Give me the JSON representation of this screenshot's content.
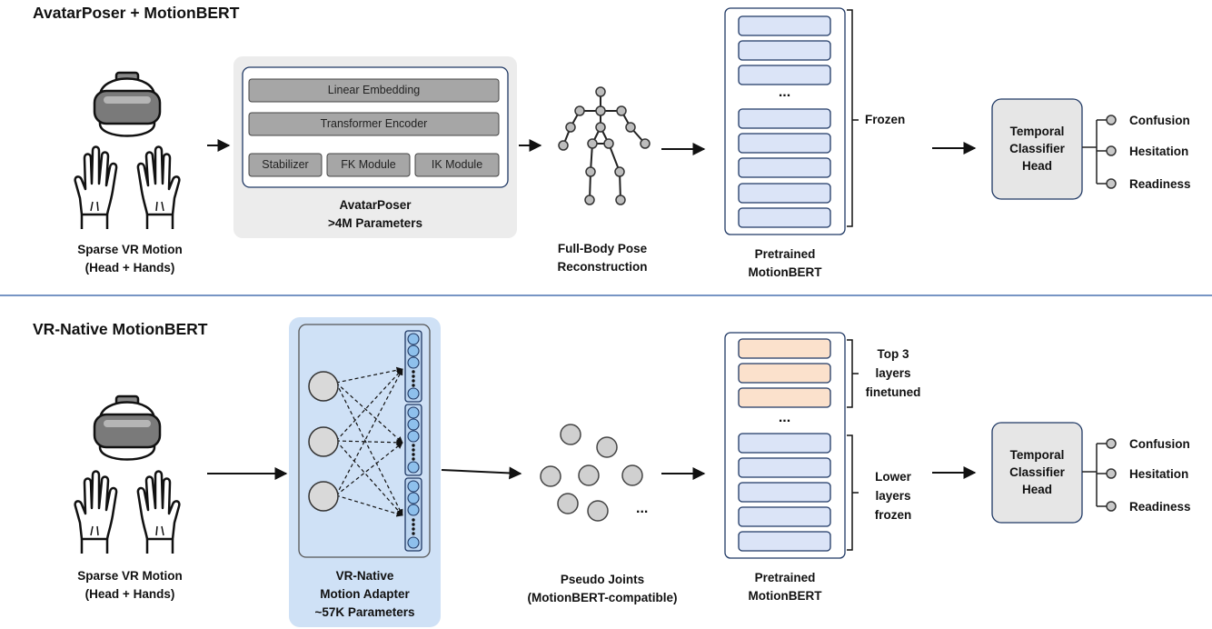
{
  "section1": {
    "title": "AvatarPoser + MotionBERT",
    "input_label": [
      "Sparse VR Motion",
      "(Head + Hands)"
    ],
    "avatarposer": {
      "embedding": "Linear Embedding",
      "encoder": "Transformer Encoder",
      "modules": [
        "Stabilizer",
        "FK Module",
        "IK Module"
      ],
      "caption": [
        "AvatarPoser",
        ">4M Parameters"
      ]
    },
    "pose_label": [
      "Full-Body Pose",
      "Reconstruction"
    ],
    "motionbert_label": [
      "Pretrained",
      "MotionBERT"
    ],
    "ellipsis": "...",
    "frozen_label": "Frozen",
    "head_label": [
      "Temporal",
      "Classifier",
      "Head"
    ],
    "outputs": [
      "Confusion",
      "Hesitation",
      "Readiness"
    ]
  },
  "section2": {
    "title": "VR-Native MotionBERT",
    "input_label": [
      "Sparse VR Motion",
      "(Head + Hands)"
    ],
    "adapter_caption": [
      "VR-Native",
      "Motion Adapter",
      "~57K Parameters"
    ],
    "joints_label": [
      "Pseudo Joints",
      "(MotionBERT-compatible)"
    ],
    "joints_ellipsis": "...",
    "motionbert_label": [
      "Pretrained",
      "MotionBERT"
    ],
    "ellipsis": "...",
    "top_label": [
      "Top 3",
      "layers",
      "finetuned"
    ],
    "lower_label": [
      "Lower",
      "layers",
      "frozen"
    ],
    "head_label": [
      "Temporal",
      "Classifier",
      "Head"
    ],
    "outputs": [
      "Confusion",
      "Hesitation",
      "Readiness"
    ]
  },
  "colors": {
    "divider": "#4a72b0",
    "layer_fill": "#dbe4f7",
    "finetuned_fill": "#fbe1cc",
    "adapter_panel": "#cfe1f6",
    "avatar_panel": "#ececec",
    "module_fill": "#a6a6a6",
    "head_fill": "#e6e6e6"
  }
}
